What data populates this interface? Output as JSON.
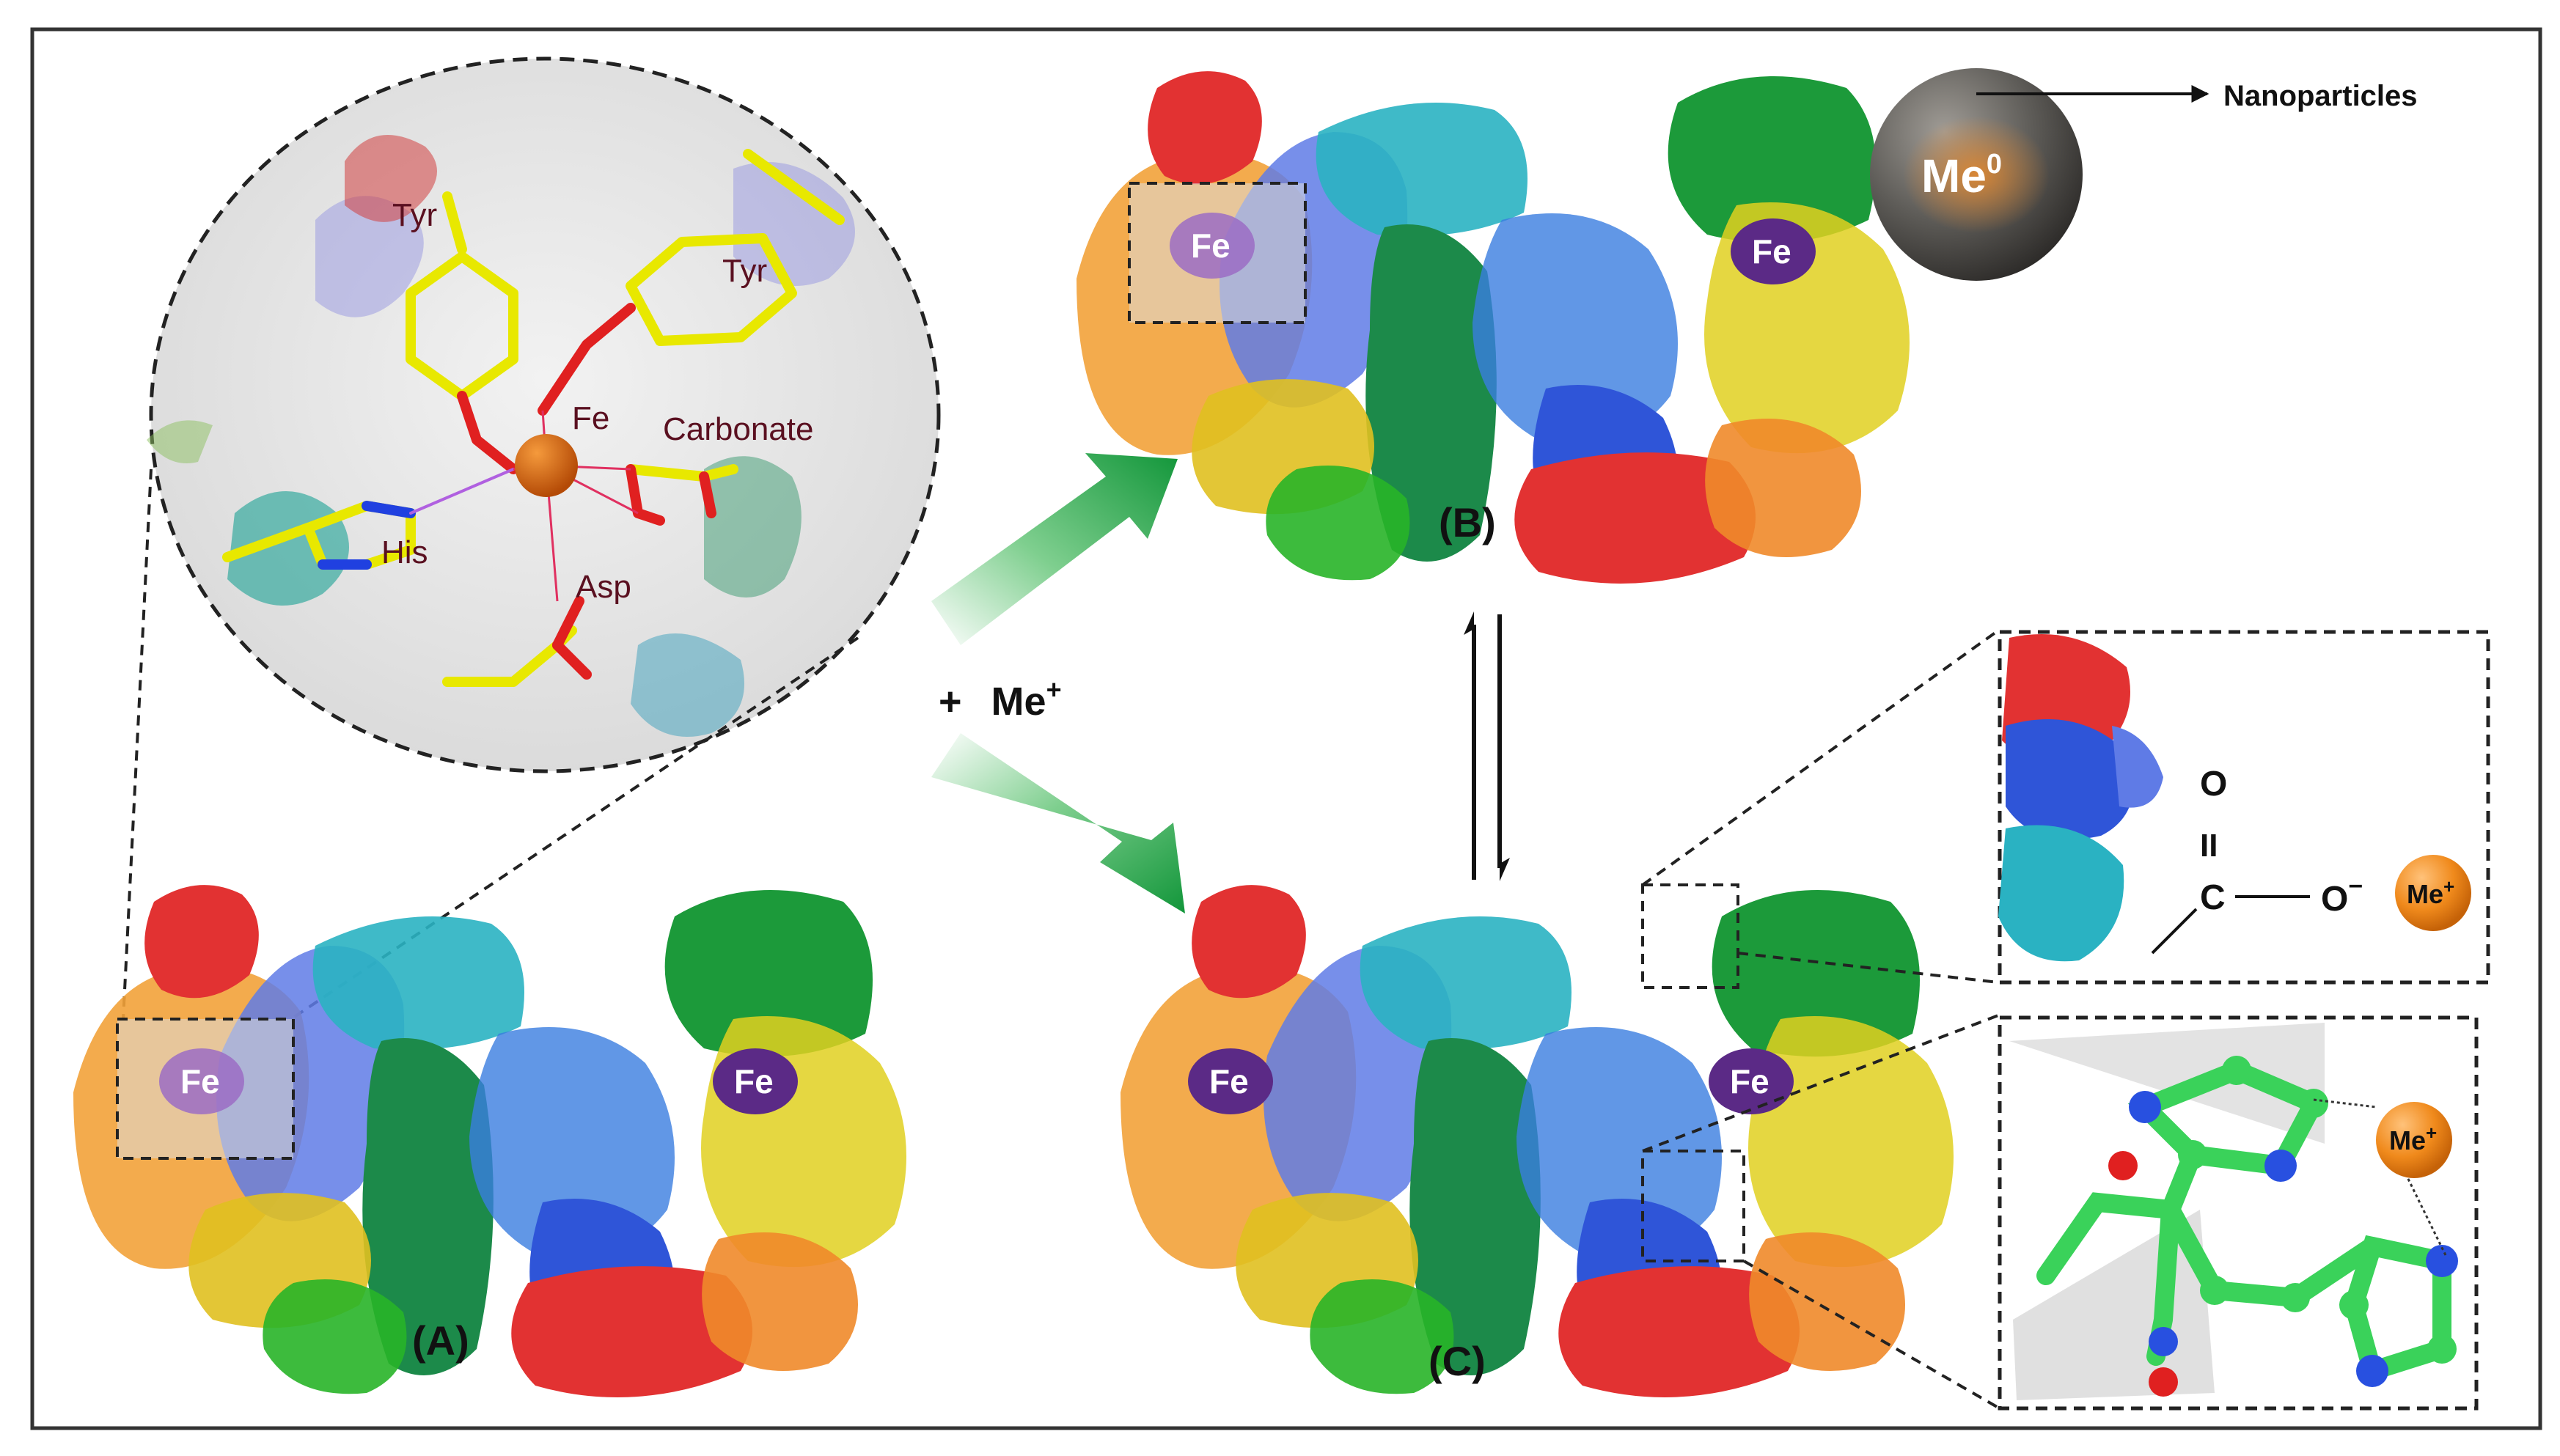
{
  "labels": {
    "panel_a": "(A)",
    "panel_b": "(B)",
    "panel_c": "(C)",
    "reagent_plus": "+",
    "reagent": "Me",
    "reagent_charge": "+",
    "nanoparticles": "Nanoparticles",
    "me0_base": "Me",
    "me0_sup": "0",
    "fe": "Fe"
  },
  "zoom_active_site": {
    "residues": [
      "Tyr",
      "Tyr",
      "Fe",
      "Carbonate",
      "His",
      "Asp"
    ]
  },
  "inset_top": {
    "atom_o_top": "O",
    "double_bond": "II",
    "atom_c": "C",
    "atom_o_minus": "O",
    "o_charge": "−",
    "ion_base": "Me",
    "ion_charge": "+"
  },
  "inset_bottom": {
    "ion_base": "Me",
    "ion_charge": "+"
  },
  "colors": {
    "iron_purple": "#5b2a86",
    "iron_orange": "#d9620c",
    "arrow_green": "#1a9a3a",
    "nanoparticle_grey": "#5e5c58",
    "ion_orange": "#f08a1c"
  }
}
